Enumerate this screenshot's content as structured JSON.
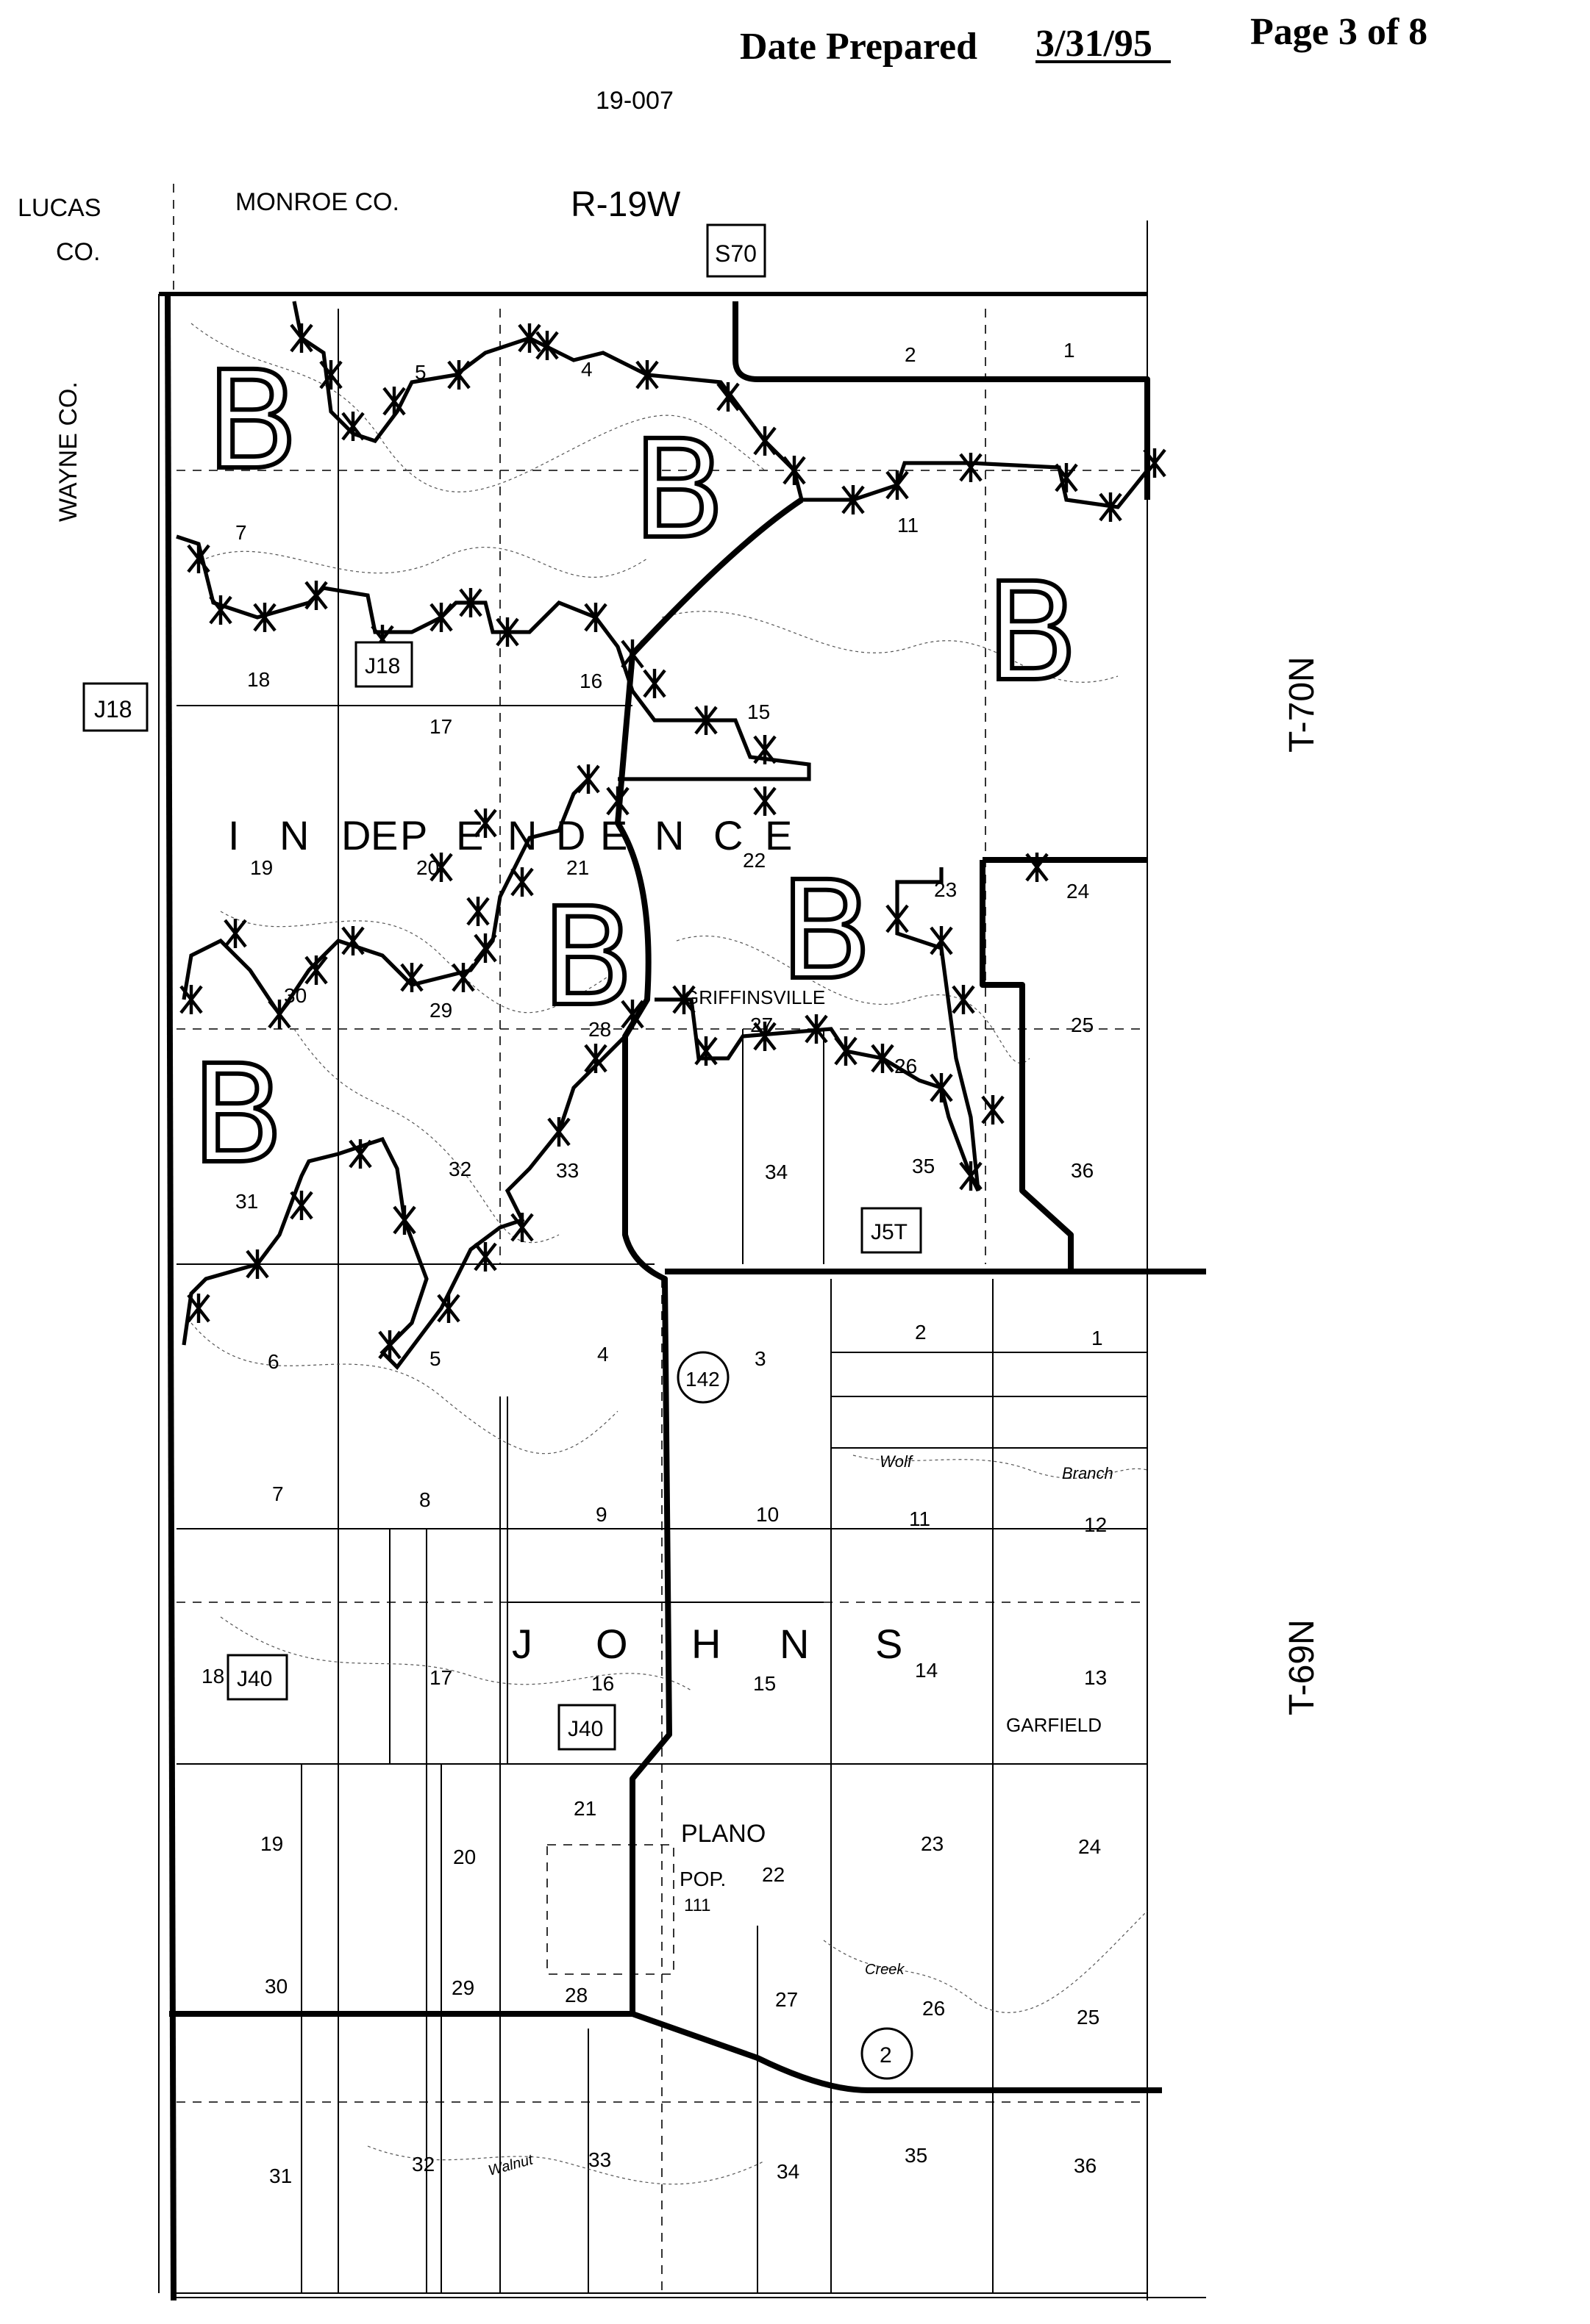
{
  "header": {
    "date_label": "Date Prepared",
    "date_value": "3/31/95",
    "page": "Page 3 of 8",
    "doc_id": "19-007"
  },
  "map": {
    "counties": {
      "lucas": "LUCAS",
      "lucas_co": "CO.",
      "monroe": "MONROE   CO.",
      "wayne": "WAYNE   CO."
    },
    "range": "R-19W",
    "townships": {
      "t70": "T-70N",
      "t69": "T-69N"
    },
    "township_names": {
      "independence": [
        "I",
        "N",
        "D",
        "E",
        "P",
        "E",
        "N",
        "D",
        "E",
        "N",
        "C",
        "E"
      ],
      "johns": [
        "J",
        "O",
        "H",
        "N",
        "S"
      ],
      "garfield": "GARFIELD"
    },
    "places": {
      "griffinsville": "GRIFFINSVILLE",
      "plano": "PLANO",
      "plano_pop": "POP.",
      "plano_pop_value": "111"
    },
    "water": {
      "wolf": "Wolf",
      "branch": "Branch",
      "creek": "Creek",
      "walnut": "Walnut"
    },
    "route_markers": {
      "s70": "S70",
      "j18_west": "J18",
      "j18_inner": "J18",
      "j40_west": "J40",
      "j40_center": "J40",
      "j5t": "J5T",
      "iowa142": "142",
      "iowa2": "2"
    },
    "zone_label": "B",
    "sections_t70": [
      "5",
      "4",
      "2",
      "1",
      "7",
      "11",
      "18",
      "17",
      "16",
      "15",
      "19",
      "20",
      "21",
      "22",
      "23",
      "24",
      "30",
      "29",
      "28",
      "27",
      "26",
      "25",
      "31",
      "32",
      "33",
      "34",
      "35",
      "36"
    ],
    "sections_t69": [
      "6",
      "5",
      "4",
      "3",
      "2",
      "1",
      "7",
      "8",
      "9",
      "10",
      "11",
      "12",
      "18",
      "17",
      "16",
      "15",
      "14",
      "13",
      "19",
      "20",
      "21",
      "22",
      "23",
      "24",
      "30",
      "29",
      "28",
      "27",
      "26",
      "25",
      "31",
      "32",
      "33",
      "34",
      "35",
      "36"
    ]
  }
}
